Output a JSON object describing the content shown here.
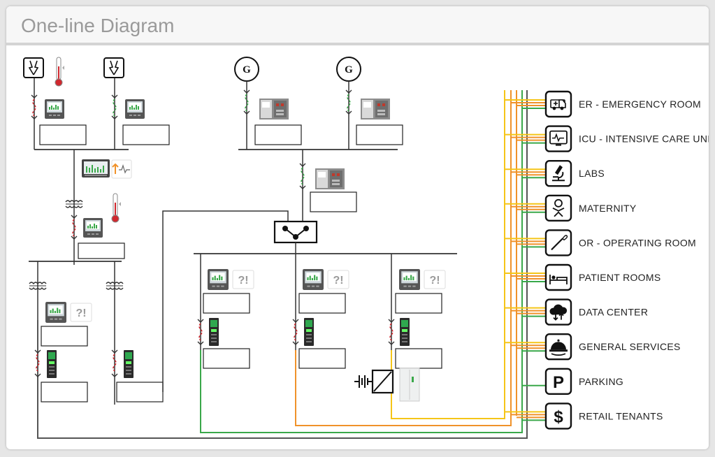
{
  "title": "One-line Diagram",
  "generator_symbol": "G",
  "alarm_symbol": "?!",
  "loads": [
    {
      "label": "ER - EMERGENCY ROOM",
      "icon": "ambulance-icon"
    },
    {
      "label": "ICU - INTENSIVE CARE UNIT",
      "icon": "monitor-icon"
    },
    {
      "label": "LABS",
      "icon": "microscope-icon"
    },
    {
      "label": "MATERNITY",
      "icon": "baby-icon"
    },
    {
      "label": "OR - OPERATING ROOM",
      "icon": "scalpel-icon"
    },
    {
      "label": "PATIENT ROOMS",
      "icon": "bed-icon"
    },
    {
      "label": "DATA CENTER",
      "icon": "cloud-icon"
    },
    {
      "label": "GENERAL SERVICES",
      "icon": "cloche-icon"
    },
    {
      "label": "PARKING",
      "icon": "parking-icon"
    },
    {
      "label": "RETAIL TENANTS",
      "icon": "dollar-icon"
    }
  ],
  "colors": {
    "red": "#d0282e",
    "green": "#3aa84a",
    "orange": "#f0922a",
    "yellow": "#f5c518",
    "line": "#333333",
    "gray": "#555555"
  }
}
